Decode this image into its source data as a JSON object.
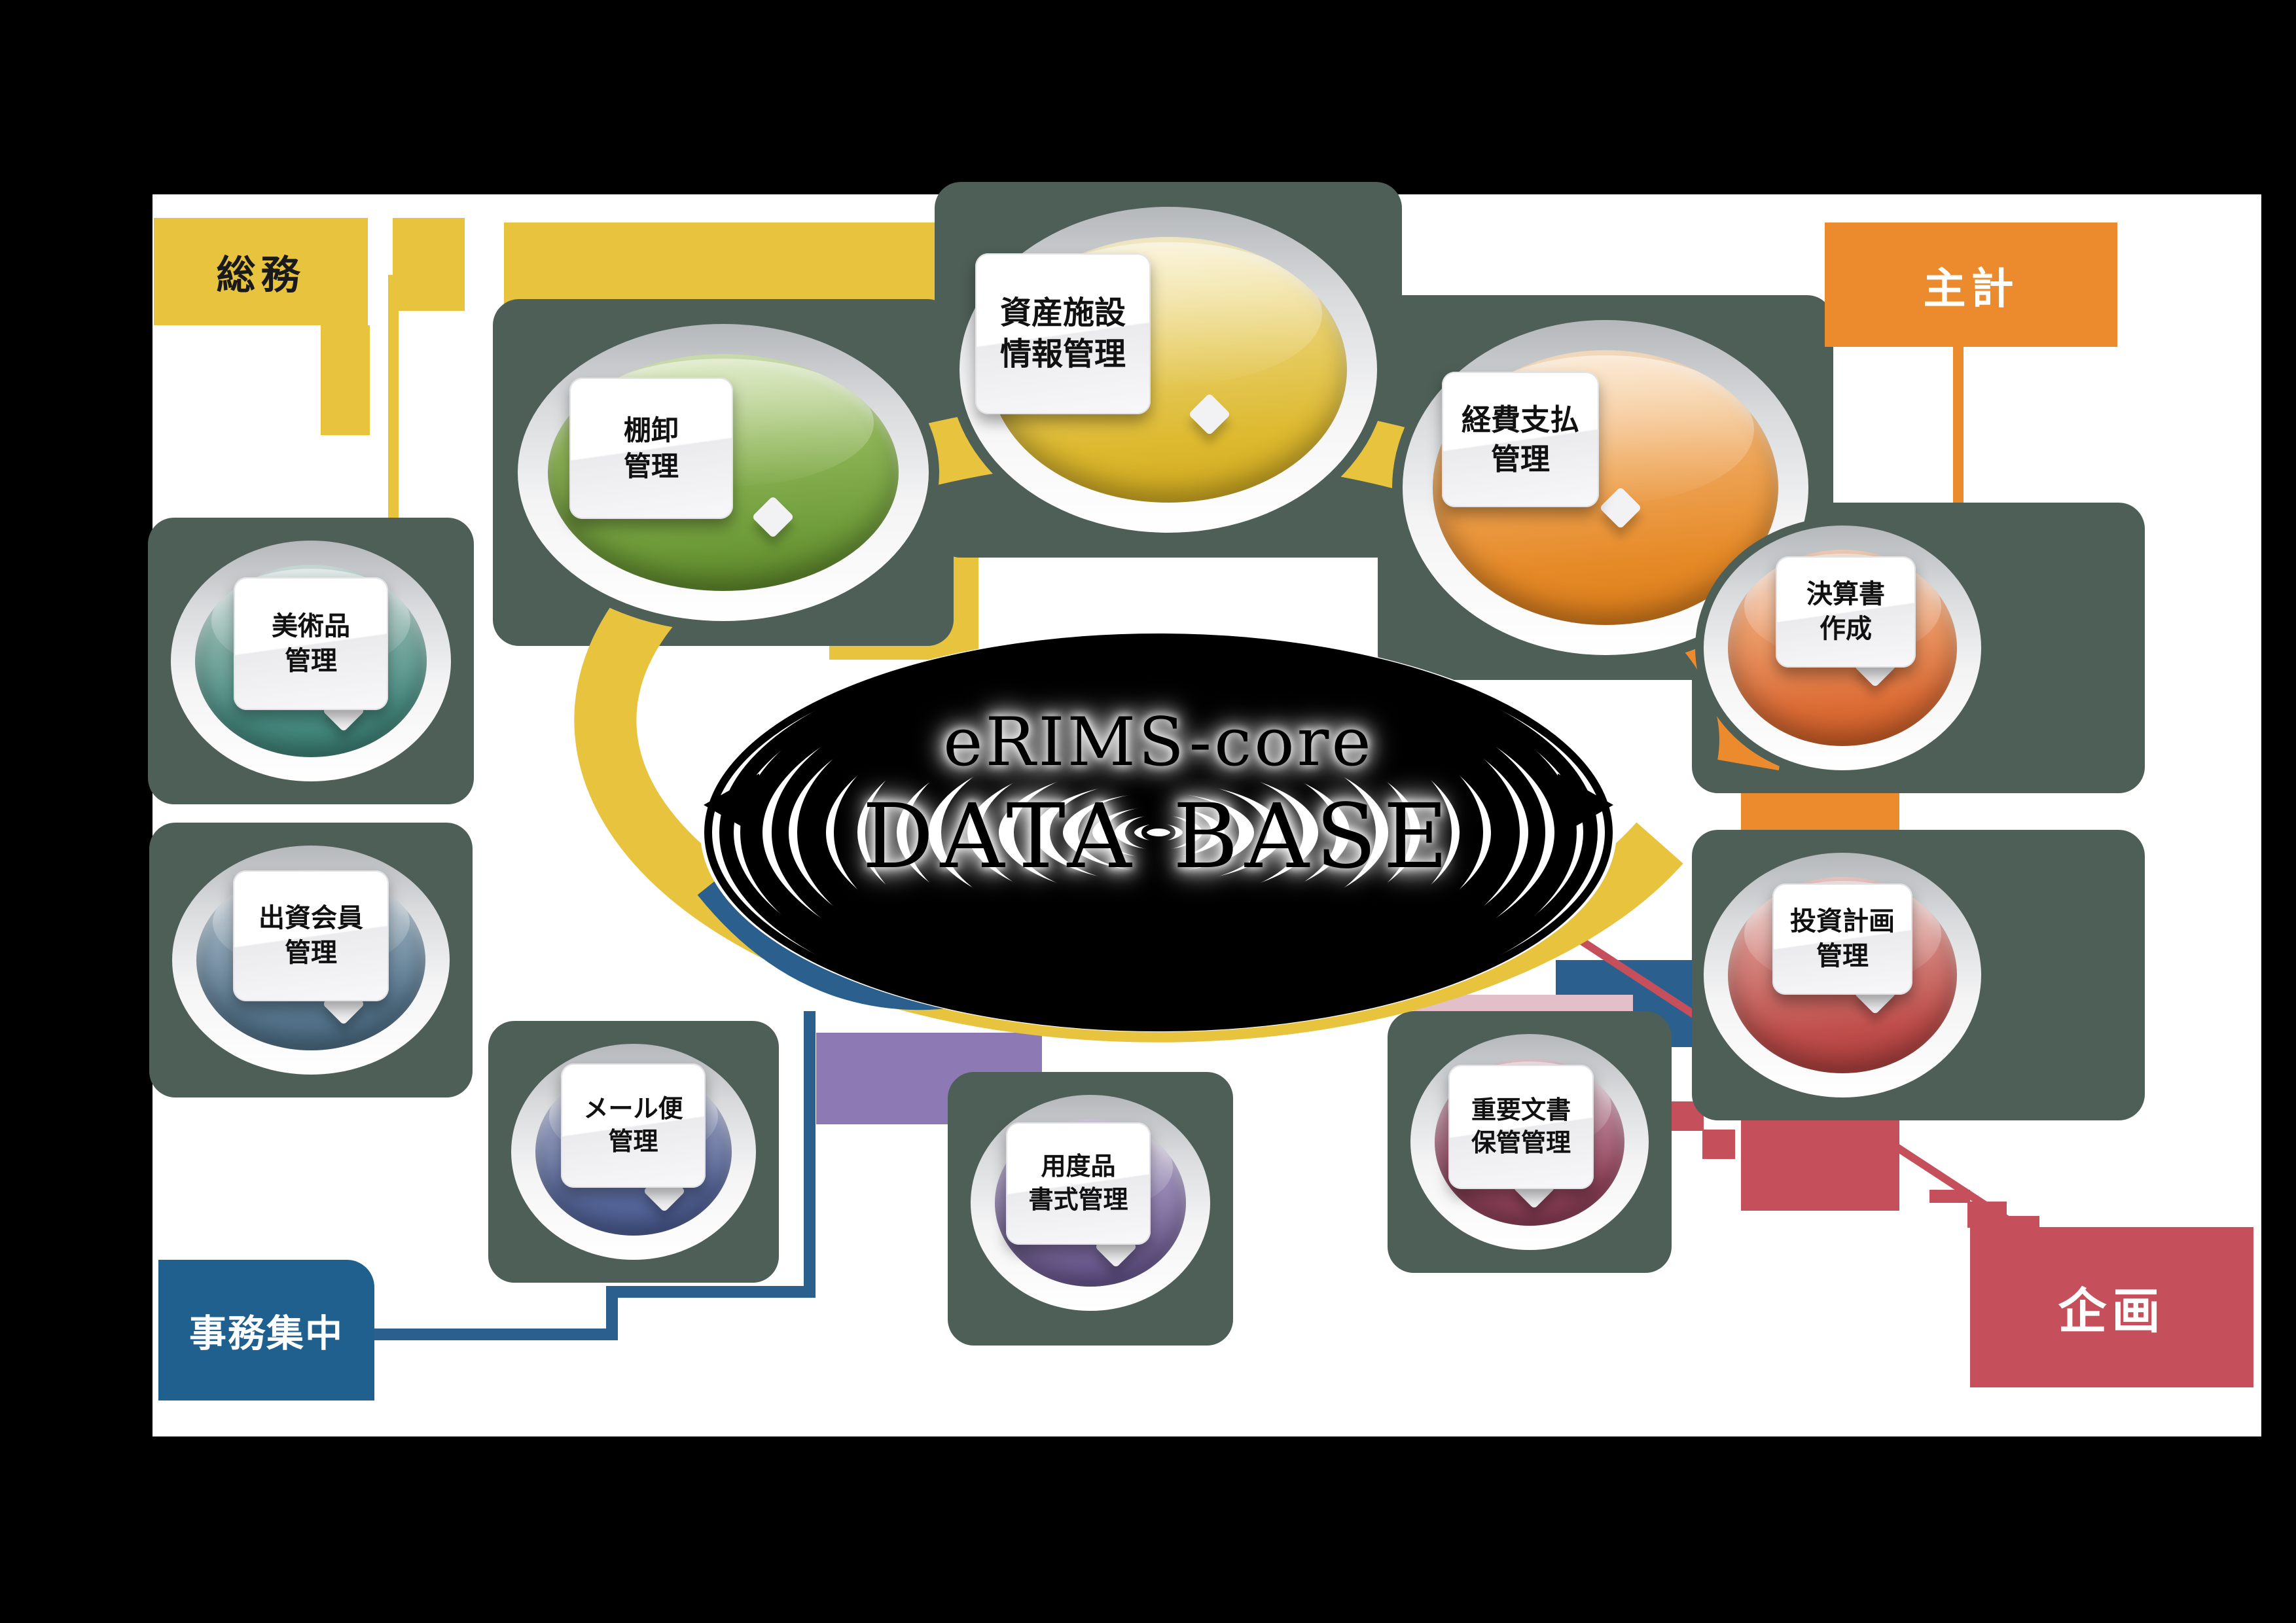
{
  "center": {
    "line1": "eRIMS-core",
    "line2": "DATA BASE"
  },
  "departments": {
    "soumu": {
      "label": "総務",
      "color": "#e7c33e",
      "text_color": "#1a1a1a"
    },
    "shukei": {
      "label": "主計",
      "color": "#ec8b2d",
      "text_color": "#ffffff"
    },
    "jimu": {
      "label": "事務集中",
      "color": "#20608f",
      "text_color": "#ffffff"
    },
    "kikaku": {
      "label": "企画",
      "color": "#c54f5a",
      "text_color": "#ffffff"
    }
  },
  "bubbles": [
    {
      "id": "tanaoroshi",
      "line1": "棚卸",
      "line2": "管理",
      "color": "#6f9c3a"
    },
    {
      "id": "shisan",
      "line1": "資産施設",
      "line2": "情報管理",
      "color": "#ddb92f"
    },
    {
      "id": "keihi",
      "line1": "経費支払",
      "line2": "管理",
      "color": "#e68a28"
    },
    {
      "id": "bijutsu",
      "line1": "美術品",
      "line2": "管理",
      "color": "#4b9186"
    },
    {
      "id": "shusshi",
      "line1": "出資会員",
      "line2": "管理",
      "color": "#5a7a92"
    },
    {
      "id": "mailbin",
      "line1": "メール便",
      "line2": "管理",
      "color": "#5a6ba0"
    },
    {
      "id": "youdohin",
      "line1": "用度品",
      "line2": "書式管理",
      "color": "#7a689d"
    },
    {
      "id": "juuyou",
      "line1": "重要文書",
      "line2": "保管管理",
      "color": "#9e4a64"
    },
    {
      "id": "kessan",
      "line1": "決算書",
      "line2": "作成",
      "color": "#dd6e38"
    },
    {
      "id": "toushi",
      "line1": "投資計画",
      "line2": "管理",
      "color": "#c04f4c"
    }
  ],
  "colors": {
    "slate_plate": "#4d5f57",
    "ring_yellow": "#e7c33e",
    "arc_orange": "#ec8b2d",
    "arc_blue": "#2a5f8e",
    "arc_crimson": "#c5505b",
    "canvas": "#ffffff"
  }
}
